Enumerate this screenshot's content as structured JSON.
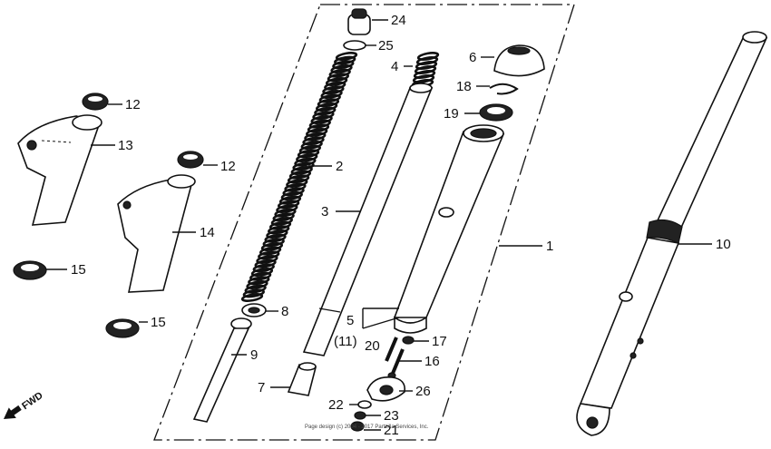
{
  "callouts": [
    {
      "id": "c24",
      "text": "24"
    },
    {
      "id": "c25",
      "text": "25"
    },
    {
      "id": "c4",
      "text": "4"
    },
    {
      "id": "c6",
      "text": "6"
    },
    {
      "id": "c18",
      "text": "18"
    },
    {
      "id": "c19",
      "text": "19"
    },
    {
      "id": "c12a",
      "text": "12"
    },
    {
      "id": "c13",
      "text": "13"
    },
    {
      "id": "c12b",
      "text": "12"
    },
    {
      "id": "c2",
      "text": "2"
    },
    {
      "id": "c3",
      "text": "3"
    },
    {
      "id": "c14",
      "text": "14"
    },
    {
      "id": "c1",
      "text": "1"
    },
    {
      "id": "c10",
      "text": "10"
    },
    {
      "id": "c15a",
      "text": "15"
    },
    {
      "id": "c15b",
      "text": "15"
    },
    {
      "id": "c8",
      "text": "8"
    },
    {
      "id": "c5",
      "text": "5"
    },
    {
      "id": "c11",
      "text": "(11)"
    },
    {
      "id": "c20",
      "text": "20"
    },
    {
      "id": "c17",
      "text": "17"
    },
    {
      "id": "c16",
      "text": "16"
    },
    {
      "id": "c9",
      "text": "9"
    },
    {
      "id": "c7",
      "text": "7"
    },
    {
      "id": "c26",
      "text": "26"
    },
    {
      "id": "c22",
      "text": "22"
    },
    {
      "id": "c23",
      "text": "23"
    },
    {
      "id": "c21",
      "text": "21"
    }
  ],
  "direction_label": "FWD",
  "copyright": "Page design (c) 2004 - 2017 Partzilla Services, Inc."
}
